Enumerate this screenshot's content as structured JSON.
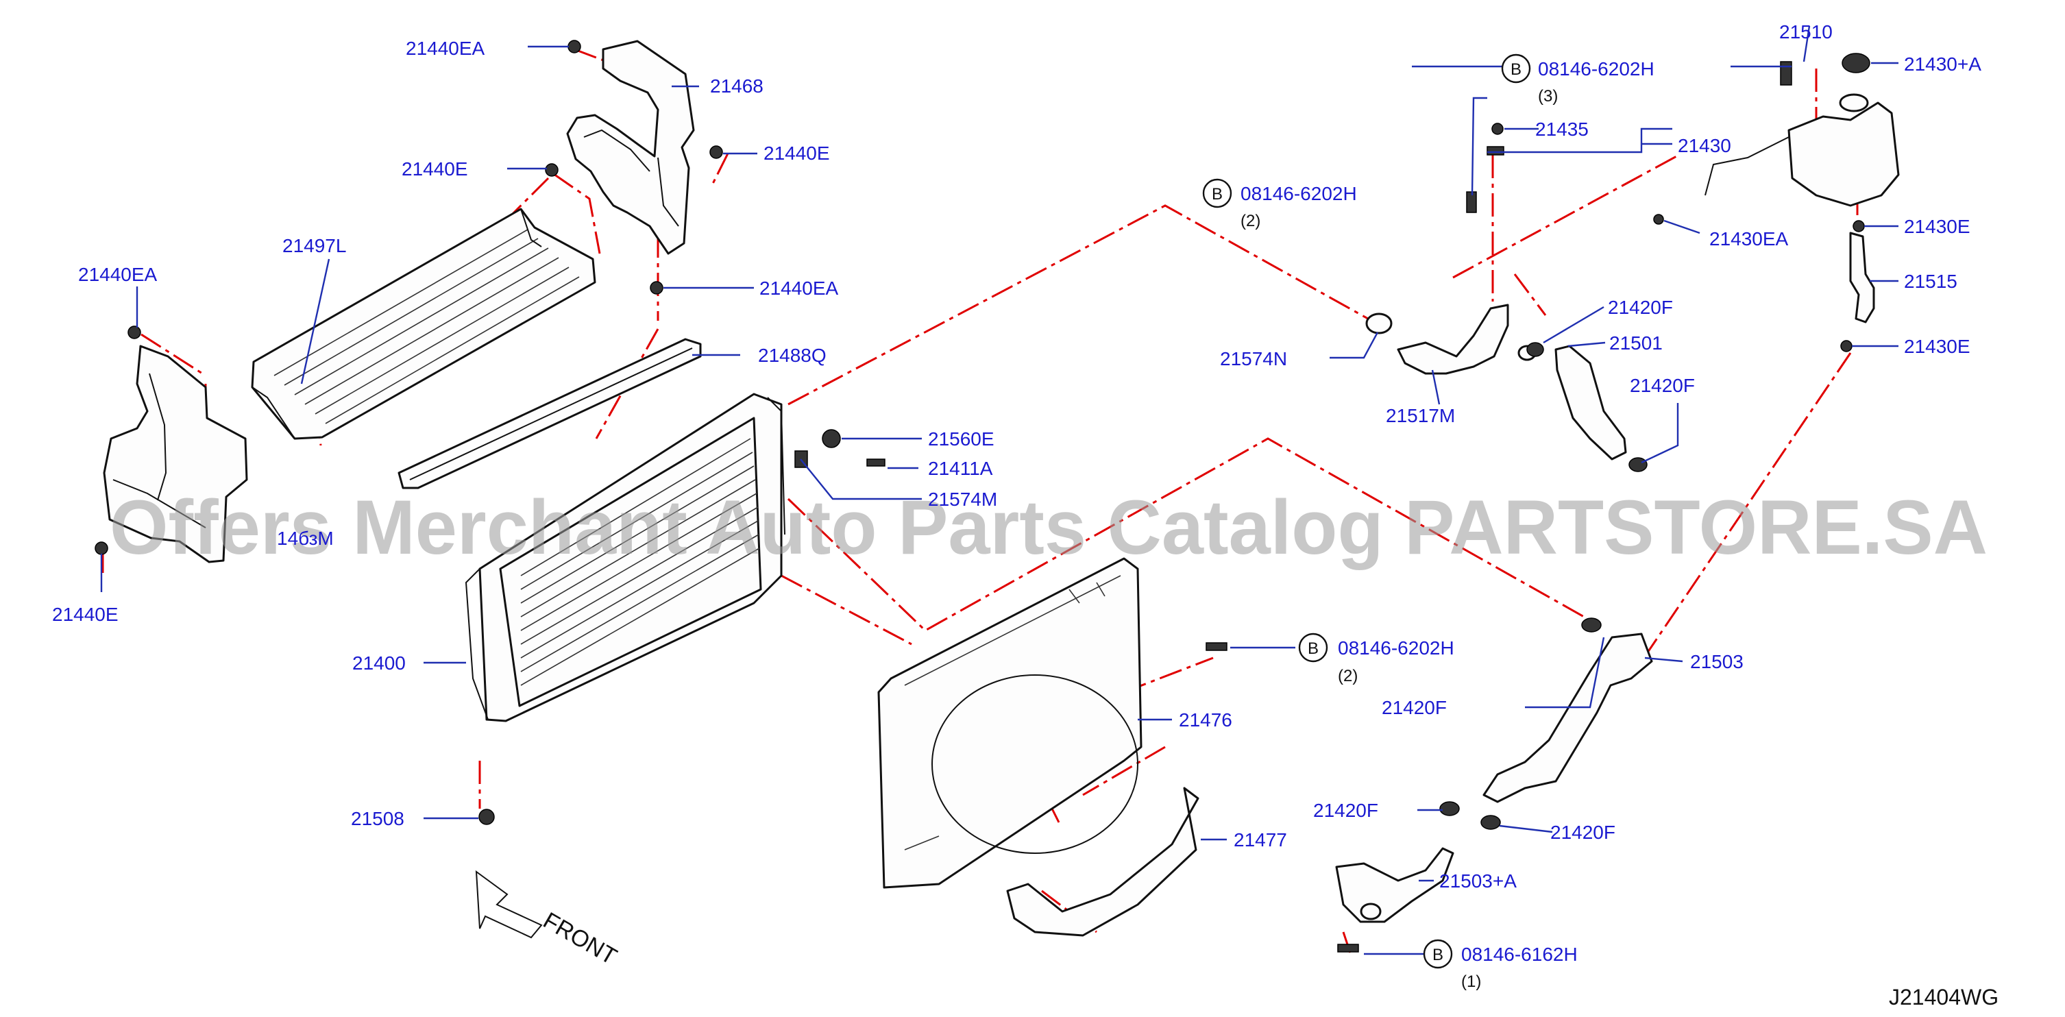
{
  "diagram_code": "J21404WG",
  "front_label": "FRONT",
  "watermark": "Offers Merchant Auto Parts Catalog PARTSTORE.SA",
  "bolt_marker": "B",
  "labels": {
    "p21440EA_top": "21440EA",
    "p21468": "21468",
    "p21440E_right": "21440E",
    "p21440E_left": "21440E",
    "p21497L": "21497L",
    "p21440EA_left": "21440EA",
    "p21440EA_mid": "21440EA",
    "p21488Q": "21488Q",
    "p21560E": "21560E",
    "p21411A": "21411A",
    "p21574M": "21574M",
    "p1463M": "14бзM",
    "p21440E_bottom": "21440E",
    "p21400": "21400",
    "p21508": "21508",
    "p21476": "21476",
    "p21477": "21477",
    "p08146_fan": "08146-6202H",
    "q_fan": "(2)",
    "p08146_top": "08146-6202H",
    "q_top": "(3)",
    "p08146_mid": "08146-6202H",
    "q_mid": "(2)",
    "p21435": "21435",
    "p21430": "21430",
    "p21510": "21510",
    "p21430A": "21430+A",
    "p21430EA": "21430EA",
    "p21430E_top": "21430E",
    "p21515": "21515",
    "p21430E_bot": "21430E",
    "p21420F_a": "21420F",
    "p21501": "21501",
    "p21420F_b": "21420F",
    "p21574N": "21574N",
    "p21517M": "21517M",
    "p21503": "21503",
    "p21420F_c": "21420F",
    "p21420F_d": "21420F",
    "p21420F_e": "21420F",
    "p21503A": "21503+A",
    "p08146_bot": "08146-6162H",
    "q_bot": "(1)"
  }
}
